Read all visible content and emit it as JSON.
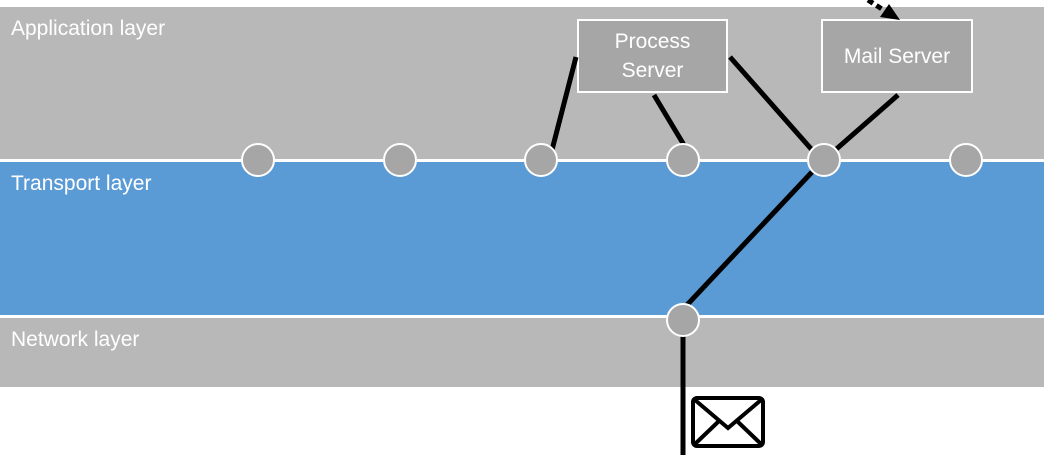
{
  "layers": {
    "application": "Application layer",
    "transport": "Transport layer",
    "network": "Network layer"
  },
  "servers": {
    "process": "Process Server",
    "mail": "Mail Server"
  },
  "icons": {
    "node": "port-node-icon",
    "message": "envelope-icon",
    "incoming": "dashed-arrow-icon"
  },
  "colors": {
    "gray_layer": "#b8b8b8",
    "transport_layer": "#5b9bd5",
    "server_box": "#a6a6a6",
    "node": "#a6a6a6"
  }
}
